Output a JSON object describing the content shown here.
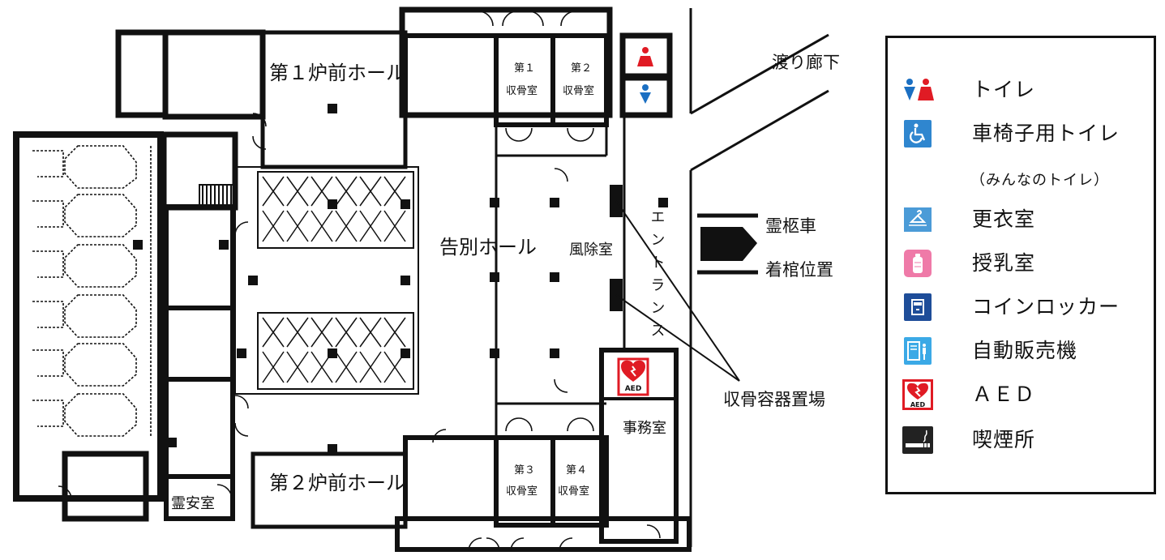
{
  "rooms": {
    "furnace_hall_1": "第１炉前ホール",
    "furnace_hall_2": "第２炉前ホール",
    "farewell_hall": "告別ホール",
    "windbreak_room": "風除室",
    "entrance": "エントランス",
    "bone_room_1_line1": "第１",
    "bone_room_1_line2": "収骨室",
    "bone_room_2_line1": "第２",
    "bone_room_2_line2": "収骨室",
    "bone_room_3_line1": "第３",
    "bone_room_3_line2": "収骨室",
    "bone_room_4_line1": "第４",
    "bone_room_4_line2": "収骨室",
    "office": "事務室",
    "spirit_room": "霊安室"
  },
  "outside_labels": {
    "corridor": "渡り廊下",
    "hearse": "霊柩車",
    "coffin_position": "着棺位置",
    "bone_container_area": "収骨容器置場"
  },
  "aed_sign": {
    "label": "AED",
    "color": "#e01b24"
  },
  "legend": {
    "items": [
      {
        "icon": "restroom-icon",
        "label": "トイレ"
      },
      {
        "icon": "wheelchair-icon",
        "label": "車椅子用トイレ",
        "sublabel": "（みんなのトイレ）"
      },
      {
        "icon": "changing-room-icon",
        "label": "更衣室"
      },
      {
        "icon": "nursing-room-icon",
        "label": "授乳室"
      },
      {
        "icon": "coin-locker-icon",
        "label": "コインロッカー"
      },
      {
        "icon": "vending-machine-icon",
        "label": "自動販売機"
      },
      {
        "icon": "aed-icon",
        "label": "ＡＥＤ"
      },
      {
        "icon": "smoking-area-icon",
        "label": "喫煙所"
      }
    ],
    "icon_labels": {
      "aed": "AED"
    }
  },
  "colors": {
    "wall": "#111111",
    "male_blue": "#1b6fc2",
    "female_red": "#e01b24",
    "wheelchair_blue": "#2f86cf",
    "changing_blue": "#4b9bd7",
    "nursing_pink": "#ef7aa8",
    "locker_navy": "#1e4d99",
    "vending_blue": "#3ba9e6",
    "smoking_black": "#222222"
  }
}
